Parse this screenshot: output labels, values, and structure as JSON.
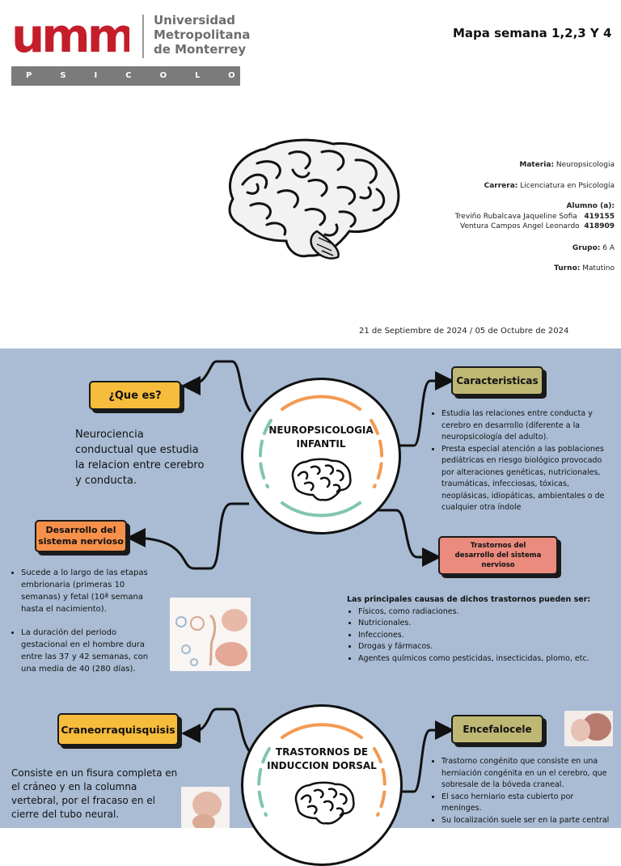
{
  "header": {
    "logo_text": "umm",
    "university_lines": [
      "Universidad",
      "Metropolitana",
      "de Monterrey"
    ],
    "program_bar": "PSICOLOGÍA",
    "title": "Mapa semana 1,2,3 Y 4"
  },
  "meta": {
    "materia_label": "Materia:",
    "materia_value": "Neuropsicologia",
    "carrera_label": "Carrera:",
    "carrera_value": "Licenciatura en Psicología",
    "alumno_label": "Alumno (a):",
    "alumno1_name": "Treviño Rubalcava Jaqueline Sofia",
    "alumno1_id": "419155",
    "alumno2_name": "Ventura Campos Angel Leonardo",
    "alumno2_id": "418909",
    "grupo_label": "Grupo:",
    "grupo_value": "6 A",
    "turno_label": "Turno:",
    "turno_value": "Matutino",
    "dates": "21 de Septiembre de 2024 / 05 de Octubre de 2024"
  },
  "map1": {
    "center_title_line1": "NEUROPSICOLOGIA",
    "center_title_line2": "INFANTIL",
    "que_es_label": "¿Que es?",
    "que_es_text": "Neurociencia conductual que estudia la relacion entre cerebro y conducta.",
    "caracteristicas_label": "Caracteristicas",
    "caracteristicas_items": [
      "Estudia las relaciones entre conducta y cerebro en desarrollo (diferente a la neuropsicología del adulto).",
      "Presta especial atención a las poblaciones pediátricas en riesgo biológico provocado por alteraciones genéticas, nutricionales, traumáticas, infecciosas, tóxicas, neoplásicas, idiopáticas, ambientales o de cualquier otra índole"
    ],
    "desarrollo_label": "Desarrollo del sistema nervioso",
    "desarrollo_items": [
      "Sucede a lo largo de las etapas embrionaria (primeras 10 semanas) y fetal (10ª semana hasta el nacimiento).",
      "La duración del periodo gestacional en el hombre dura entre las 37 y 42 semanas, con una media de 40 (280 días)."
    ],
    "trastornos_label": "Trastornos del desarrollo del sistema nervioso",
    "causas_heading": "Las principales causas de dichos trastornos pueden ser:",
    "causas_items": [
      "Físicos, como radiaciones.",
      "Nutricionales.",
      "Infecciones.",
      "Drogas y fármacos.",
      "Agentes químicos como pesticidas, insecticidas, plomo, etc."
    ]
  },
  "map2": {
    "center_title_line1": "TRASTORNOS DE",
    "center_title_line2": "INDUCCION DORSAL",
    "cranio_label": "Craneorraquisquisis",
    "cranio_text": "Consiste en un fisura completa en el cráneo y en la columna vertebral, por el fracaso en el cierre del tubo neural.",
    "encefalocele_label": "Encefalocele",
    "encefalocele_items": [
      "Trastorno congénito que consiste en una herniación congénita en un el cerebro, que sobresale de la bóveda craneal.",
      "El saco herniario esta cubierto por meninges.",
      "Su localización suele ser en la parte central"
    ]
  },
  "colors": {
    "background_map": "#a9bcd4",
    "tag_yellow": "#f6bc3b",
    "tag_olive": "#bfb774",
    "tag_orange": "#f7904a",
    "tag_salmon": "#ea8b7e",
    "arc_orange": "#f39a52",
    "arc_teal": "#7fc6ae",
    "logo_red": "#c41e2a"
  }
}
